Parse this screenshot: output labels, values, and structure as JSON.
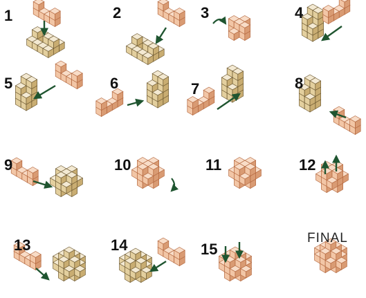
{
  "colors": {
    "wood_top": "#f3e9d2",
    "wood_left": "#e3cf9e",
    "wood_right": "#c9ad72",
    "outline": "#6e5a32",
    "new_piece_top": "#f8dcc7",
    "new_piece_left": "#f2c6a6",
    "new_piece_right": "#d99b73",
    "new_piece_outline": "#b4683f",
    "arrow": "#1f5530"
  },
  "steps": [
    {
      "label": "1"
    },
    {
      "label": "2"
    },
    {
      "label": "3"
    },
    {
      "label": "4"
    },
    {
      "label": "5"
    },
    {
      "label": "6"
    },
    {
      "label": "7"
    },
    {
      "label": "8"
    },
    {
      "label": "9"
    },
    {
      "label": "10"
    },
    {
      "label": "11"
    },
    {
      "label": "12"
    },
    {
      "label": "13"
    },
    {
      "label": "14"
    },
    {
      "label": "15"
    },
    {
      "label": "FINAL"
    }
  ]
}
